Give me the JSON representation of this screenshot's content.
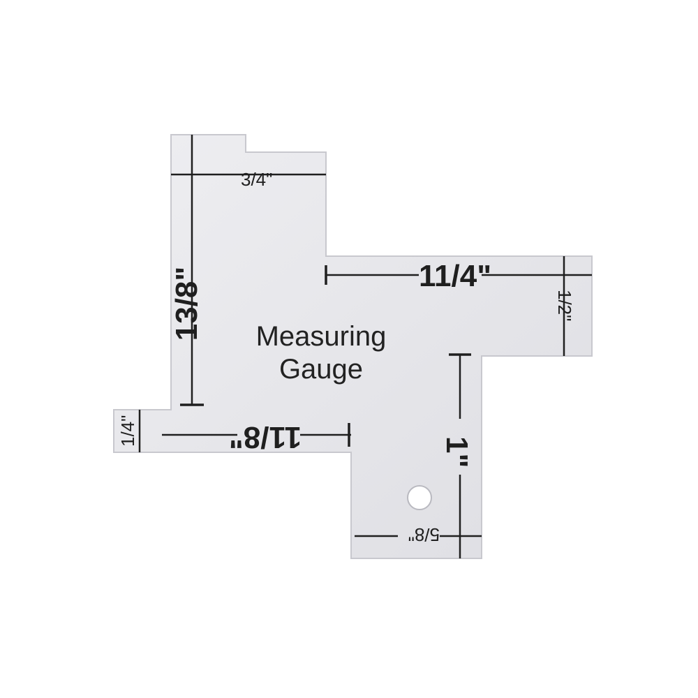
{
  "product": {
    "name_line1": "Measuring",
    "name_line2": "Gauge"
  },
  "colors": {
    "plate": "#e9e9ec",
    "plate_edge": "#cfcfd4",
    "ink": "#1f1f1f",
    "background": "#ffffff"
  },
  "measurements": {
    "three_quarter": "3/4\"",
    "one_and_three_eighths": "13/8\"",
    "one_and_quarter": "11/4\"",
    "one_half": "1/2\"",
    "one": "1\"",
    "quarter": "1/4\"",
    "one_and_one_eighth": "11/8\"",
    "five_eighths": "5/8\""
  }
}
